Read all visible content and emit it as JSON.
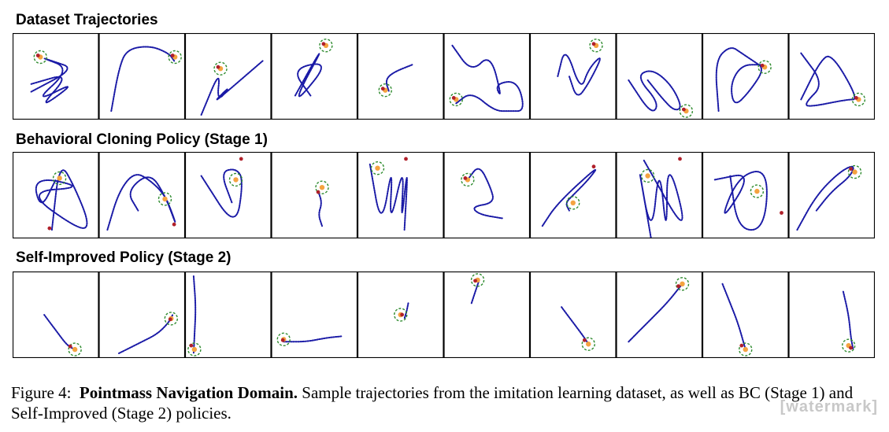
{
  "rows": [
    {
      "title": "Dataset Trajectories"
    },
    {
      "title": "Behavioral Cloning Policy (Stage 1)"
    },
    {
      "title": "Self-Improved Policy (Stage 2)"
    }
  ],
  "caption": {
    "label": "Figure 4:",
    "heading": "Pointmass Navigation Domain.",
    "text": "Sample trajectories from the imitation learning dataset, as well as BC (Stage 1) and Self-Improved (Stage 2) policies."
  },
  "watermark": "[watermark]",
  "colors": {
    "trajectory": "#1a1aa6",
    "goal_ring": "#2e8b2e",
    "goal_marker": "#f4a340",
    "start_marker": "#b0202a"
  },
  "panels_per_row": 10
}
